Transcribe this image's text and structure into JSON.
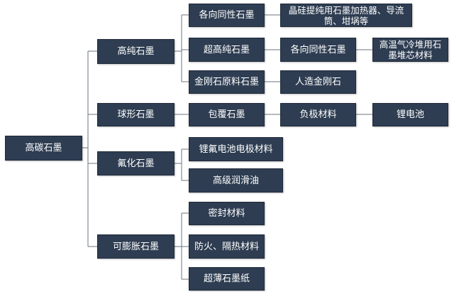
{
  "nodes": {
    "root": "高碳石墨",
    "high_purity": "高纯石墨",
    "isotropic": "各向同性石墨",
    "isotropic_uses": "晶硅提纯用石墨加热器、导流筒、坩埚等",
    "ultra_high_purity": "超高纯石墨",
    "isotropic_2": "各向同性石墨",
    "htgr_uses": "高温气冷堆用石墨堆芯材料",
    "diamond_raw": "金刚石原料石墨",
    "synthetic_diamond": "人造金刚石",
    "spherical": "球形石墨",
    "coated": "包覆石墨",
    "anode": "负极材料",
    "li_battery": "锂电池",
    "fluorinated": "氟化石墨",
    "li_cf_electrode": "锂氟电池电极材料",
    "lubricant": "高级润滑油",
    "expandable": "可膨胀石墨",
    "sealing": "密封材料",
    "fireproof": "防火、隔热材料",
    "ultrathin": "超薄石墨纸"
  }
}
